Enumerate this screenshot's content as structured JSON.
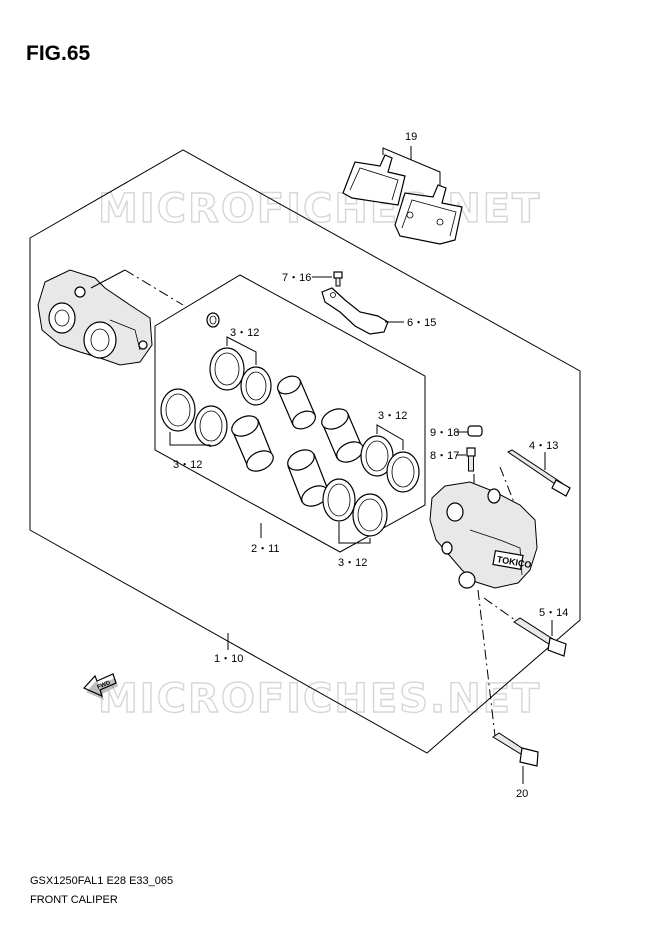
{
  "figure": {
    "title": "FIG.65",
    "code": "GSX1250FAL1 E28 E33_065",
    "name": "FRONT CALIPER"
  },
  "watermark": "MICROFICHES.NET",
  "direction_marker": "FWD",
  "caliper_stamp": "TOKICO",
  "callouts": {
    "c19": "19",
    "c7_16": "7・16",
    "c6_15": "6・15",
    "c3_12_a": "3・12",
    "c3_12_b": "3・12",
    "c3_12_c": "3・12",
    "c3_12_d": "3・12",
    "c9_18": "9・18",
    "c8_17": "8・17",
    "c4_13": "4・13",
    "c2_11": "2・11",
    "c5_14": "5・14",
    "c1_10": "1・10",
    "c20": "20"
  }
}
